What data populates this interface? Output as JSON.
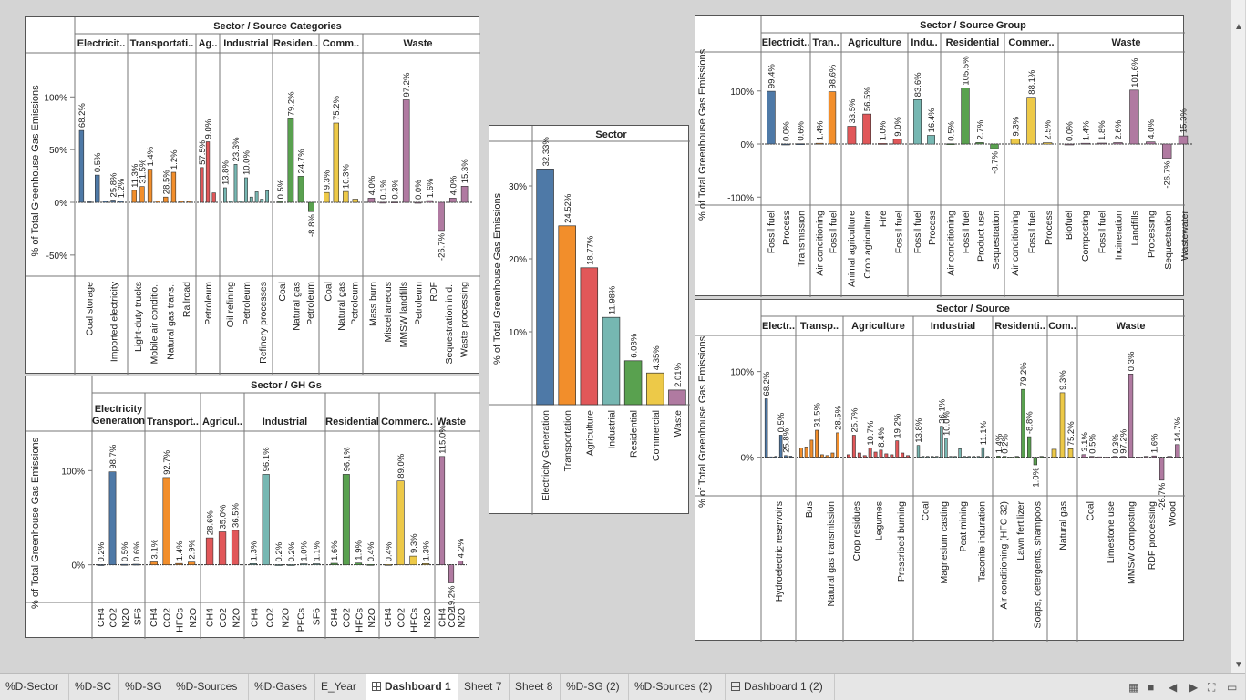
{
  "colors": {
    "Electricity Generation": "#4e79a7",
    "Transportation": "#f28e2b",
    "Agriculture": "#e15759",
    "Industrial": "#76b7b2",
    "Residential": "#59a14f",
    "Commercial": "#edc948",
    "Waste": "#b07aa1"
  },
  "tabs": [
    {
      "label": "%D-Sector"
    },
    {
      "label": "%D-SC"
    },
    {
      "label": "%D-SG"
    },
    {
      "label": "%D-Sources"
    },
    {
      "label": "%D-Gases"
    },
    {
      "label": "E_Year"
    },
    {
      "label": "Dashboard 1",
      "active": true,
      "icon": "dashboard-icon"
    },
    {
      "label": "Sheet 7"
    },
    {
      "label": "Sheet 8"
    },
    {
      "label": "%D-SG (2)",
      "icon": "dashboard-icon"
    },
    {
      "label": "%D-Sources (2)",
      "icon": "dashboard-icon"
    },
    {
      "label": "Dashboard 1 (2)",
      "icon": "dashboard-icon"
    }
  ],
  "chart_data": [
    {
      "id": "source-categories",
      "type": "bar",
      "title": "Sector  /  Source Categories",
      "ylabel": "% of Total Greenhouse Gas Emissions",
      "yticks": [
        "100%",
        "50%",
        "0%",
        "-50%"
      ],
      "ylim": [
        -70,
        140
      ],
      "groups": [
        {
          "name": "Electricit..",
          "sector": "Electricity Generation",
          "values": [
            68.2,
            0.5,
            25.8,
            1.2,
            2.2,
            1.5
          ],
          "labels": [
            "68.2%",
            "0.5%",
            "25.8%",
            "1.2%"
          ],
          "ticks": [
            "Coal storage",
            "Imported electricity"
          ]
        },
        {
          "name": "Transportati..",
          "sector": "Transportation",
          "values": [
            11.3,
            15,
            31.5,
            1.4,
            5,
            28.5,
            1.2,
            1
          ],
          "labels": [
            "11.3%",
            "31.5%",
            "1.4%",
            "28.5%",
            "1.2%"
          ],
          "ticks": [
            "Light-duty trucks",
            "Mobile air conditio..",
            "Natural gas trans..",
            "Railroad"
          ]
        },
        {
          "name": "Ag..",
          "sector": "Agriculture",
          "values": [
            33,
            57.5,
            9.0
          ],
          "labels": [
            "57.5%",
            "9.0%"
          ],
          "ticks": [
            "Petroleum"
          ]
        },
        {
          "name": "Industrial",
          "sector": "Industrial",
          "values": [
            13.8,
            1,
            36,
            1,
            23.3,
            5,
            10.0,
            3,
            11
          ],
          "labels": [
            "13.8%",
            "23.3%",
            "10.0%"
          ],
          "ticks": [
            "Oil refining",
            "Petroleum",
            "Refinery processes"
          ]
        },
        {
          "name": "Residen..",
          "sector": "Residential",
          "values": [
            0.5,
            79.2,
            24.7,
            -8.8
          ],
          "labels": [
            "0.5%",
            "79.2%",
            "24.7%",
            "-8.8%"
          ],
          "ticks": [
            "Coal",
            "Natural gas",
            "Petroleum"
          ]
        },
        {
          "name": "Comm..",
          "sector": "Commercial",
          "values": [
            9.3,
            75.2,
            10.3,
            3
          ],
          "labels": [
            "9.3%",
            "75.2%",
            "10.3%"
          ],
          "ticks": [
            "Coal",
            "Natural gas",
            "Petroleum"
          ]
        },
        {
          "name": "Waste",
          "sector": "Waste",
          "values": [
            4.0,
            0.1,
            0.3,
            97.2,
            0,
            1.6,
            -26.7,
            4.0,
            15.3
          ],
          "labels": [
            "4.0%",
            "0.1%",
            "0.3%",
            "97.2%",
            "0.0%",
            "1.6%",
            "-26.7%",
            "4.0%",
            "15.3%"
          ],
          "ticks": [
            "Mass burn",
            "Miscellaneous",
            "MMSW landfills",
            "Petroleum",
            "RDF",
            "Sequestration in d..",
            "Waste processing"
          ]
        }
      ]
    },
    {
      "id": "ghgs",
      "type": "bar",
      "title": "Sector  /  GH Gs",
      "ylabel": "% of Total Greenhouse Gas Emissions",
      "yticks": [
        "100%",
        "0%"
      ],
      "ylim": [
        -40,
        140
      ],
      "groups": [
        {
          "name": "Electricity Generation",
          "sector": "Electricity Generation",
          "values": [
            0.2,
            98.7,
            0.5,
            0.6
          ],
          "labels": [
            "0.2%",
            "98.7%",
            "0.5%",
            "0.6%"
          ],
          "ticks": [
            "CH4",
            "CO2",
            "N2O",
            "SF6"
          ]
        },
        {
          "name": "Transport..",
          "sector": "Transportation",
          "values": [
            3.1,
            92.7,
            1.4,
            2.9
          ],
          "labels": [
            "3.1%",
            "92.7%",
            "1.4%",
            "2.9%"
          ],
          "ticks": [
            "CH4",
            "CO2",
            "HFCs",
            "N2O"
          ]
        },
        {
          "name": "Agricul..",
          "sector": "Agriculture",
          "values": [
            28.6,
            35.0,
            36.5
          ],
          "labels": [
            "28.6%",
            "35.0%",
            "36.5%"
          ],
          "ticks": [
            "CH4",
            "CO2",
            "N2O"
          ]
        },
        {
          "name": "Industrial",
          "sector": "Industrial",
          "values": [
            1.3,
            96.1,
            0.2,
            0.2,
            1.0,
            1.1
          ],
          "labels": [
            "1.3%",
            "96.1%",
            "0.2%",
            "0.2%",
            "1.0%",
            "1.1%"
          ],
          "ticks": [
            "CH4",
            "CO2",
            "N2O",
            "PFCs",
            "SF6"
          ]
        },
        {
          "name": "Residential",
          "sector": "Residential",
          "values": [
            1.6,
            96.1,
            1.9,
            0.4
          ],
          "labels": [
            "1.6%",
            "96.1%",
            "1.9%",
            "0.4%"
          ],
          "ticks": [
            "CH4",
            "CO2",
            "HFCs",
            "N2O"
          ]
        },
        {
          "name": "Commerc..",
          "sector": "Commercial",
          "values": [
            0.4,
            89.0,
            9.3,
            1.3
          ],
          "labels": [
            "0.4%",
            "89.0%",
            "9.3%",
            "1.3%"
          ],
          "ticks": [
            "CH4",
            "CO2",
            "HFCs",
            "N2O"
          ]
        },
        {
          "name": "Waste",
          "sector": "Waste",
          "values": [
            115.0,
            -19.2,
            4.2
          ],
          "labels": [
            "115.0%",
            "-19.2%",
            "4.2%"
          ],
          "ticks": [
            "CH4",
            "CO2",
            "N2O"
          ]
        }
      ]
    },
    {
      "id": "sector",
      "type": "bar",
      "title": "Sector",
      "ylabel": "% of Total Greenhouse Gas Emissions",
      "yticks": [
        "30%",
        "20%",
        "10%"
      ],
      "ylim": [
        0,
        36
      ],
      "categories": [
        "Electricity Generation",
        "Transportation",
        "Agriculture",
        "Industrial",
        "Residential",
        "Commercial",
        "Waste"
      ],
      "values": [
        32.33,
        24.52,
        18.77,
        11.98,
        6.03,
        4.35,
        2.01
      ],
      "labels": [
        "32.33%",
        "24.52%",
        "18.77%",
        "11.98%",
        "6.03%",
        "4.35%",
        "2.01%"
      ]
    },
    {
      "id": "source-group",
      "type": "bar",
      "title": "Sector  /  Source Group",
      "ylabel": "% of Total Greenhouse Gas Emissions",
      "yticks": [
        "100%",
        "0%",
        "-100%"
      ],
      "ylim": [
        -115,
        170
      ],
      "groups": [
        {
          "name": "Electricit..",
          "sector": "Electricity Generation",
          "values": [
            99.4,
            0.0,
            0.6
          ],
          "labels": [
            "99.4%",
            "0.0%",
            "0.6%"
          ],
          "ticks": [
            "Fossil fuel",
            "Process",
            "Transmission"
          ]
        },
        {
          "name": "Tran..",
          "sector": "Transportation",
          "values": [
            1.4,
            98.6
          ],
          "labels": [
            "1.4%",
            "98.6%"
          ],
          "ticks": [
            "Air conditioning",
            "Fossil fuel"
          ]
        },
        {
          "name": "Agriculture",
          "sector": "Agriculture",
          "values": [
            33.5,
            56.5,
            1.0,
            9.0
          ],
          "labels": [
            "33.5%",
            "56.5%",
            "1.0%",
            "9.0%"
          ],
          "ticks": [
            "Animal agriculture",
            "Crop agriculture",
            "Fire",
            "Fossil fuel"
          ]
        },
        {
          "name": "Indu..",
          "sector": "Industrial",
          "values": [
            83.6,
            16.4
          ],
          "labels": [
            "83.6%",
            "16.4%"
          ],
          "ticks": [
            "Fossil fuel",
            "Process"
          ]
        },
        {
          "name": "Residential",
          "sector": "Residential",
          "values": [
            0.5,
            105.5,
            2.7,
            -8.7
          ],
          "labels": [
            "0.5%",
            "105.5%",
            "2.7%",
            "-8.7%"
          ],
          "ticks": [
            "Air conditioning",
            "Fossil fuel",
            "Product use",
            "Sequestration"
          ]
        },
        {
          "name": "Commer..",
          "sector": "Commercial",
          "values": [
            9.3,
            88.1,
            2.5
          ],
          "labels": [
            "9.3%",
            "88.1%",
            "2.5%"
          ],
          "ticks": [
            "Air conditioning",
            "Fossil fuel",
            "Process"
          ]
        },
        {
          "name": "Waste",
          "sector": "Waste",
          "values": [
            0.0,
            1.4,
            1.8,
            2.6,
            101.6,
            4.0,
            -26.7,
            15.3
          ],
          "labels": [
            "0.0%",
            "1.4%",
            "1.8%",
            "2.6%",
            "101.6%",
            "4.0%",
            "-26.7%",
            "15.3%"
          ],
          "ticks": [
            "Biofuel",
            "Composting",
            "Fossil fuel",
            "Incineration",
            "Landfills",
            "Processing",
            "Sequestration",
            "Wastewater"
          ]
        }
      ]
    },
    {
      "id": "source",
      "type": "bar",
      "title": "Sector  /  Source",
      "ylabel": "% of Total Greenhouse Gas Emissions",
      "yticks": [
        "100%",
        "0%"
      ],
      "ylim": [
        -45,
        140
      ],
      "groups": [
        {
          "name": "Electr..",
          "sector": "Electricity Generation",
          "values": [
            68.2,
            0.5,
            1,
            25.8,
            2,
            1.2
          ],
          "labels": [
            "68.2%",
            "0.5%",
            "25.8%"
          ],
          "ticks": [
            "Hydroelectric reservoirs"
          ]
        },
        {
          "name": "Transp..",
          "sector": "Transportation",
          "values": [
            11,
            12,
            20,
            31.5,
            3,
            2,
            5,
            28.5
          ],
          "labels": [
            "31.5%",
            "28.5%"
          ],
          "ticks": [
            "Bus",
            "Natural gas transmission"
          ]
        },
        {
          "name": "Agriculture",
          "sector": "Agriculture",
          "values": [
            3,
            25.7,
            5,
            2,
            10.7,
            6,
            8.4,
            4,
            3,
            19.2,
            5,
            2
          ],
          "labels": [
            "25.7%",
            "10.7%",
            "8.4%",
            "19.2%"
          ],
          "ticks": [
            "Crop residues",
            "Legumes",
            "Prescribed burning"
          ]
        },
        {
          "name": "Industrial",
          "sector": "Industrial",
          "values": [
            13.8,
            1,
            1,
            1,
            1,
            36.1,
            22,
            1,
            1,
            10.0,
            1,
            1,
            1,
            1,
            11.1,
            1
          ],
          "labels": [
            "13.8%",
            "36.1%",
            "10.0%",
            "11.1%"
          ],
          "ticks": [
            "Coal",
            "Magnesium casting",
            "Peat mining",
            "Taconite induration"
          ]
        },
        {
          "name": "Residenti..",
          "sector": "Residential",
          "values": [
            1.4,
            1,
            0.2,
            1,
            79.2,
            24,
            -8.8,
            1.0
          ],
          "labels": [
            "1.4%",
            "0.2%",
            "79.2%",
            "-8.8%",
            "1.0%"
          ],
          "ticks": [
            "Air conditioning (HFC-32)",
            "Lawn fertilizer",
            "Soaps, detergents, shampoos"
          ]
        },
        {
          "name": "Com..",
          "sector": "Commercial",
          "values": [
            9.3,
            75.2,
            10
          ],
          "labels": [
            "9.3%",
            "75.2%"
          ],
          "ticks": [
            "Natural gas"
          ]
        },
        {
          "name": "Waste",
          "sector": "Waste",
          "values": [
            3.1,
            1,
            0.5,
            0.3,
            1,
            1,
            97.2,
            0.3,
            1,
            1.6,
            -26.7,
            1,
            14.7
          ],
          "labels": [
            "3.1%",
            "0.5%",
            "0.3%",
            "97.2%",
            "0.3%",
            "1.6%",
            "-26.7%",
            "14.7%"
          ],
          "ticks": [
            "Coal",
            "Limestone use",
            "MMSW composting",
            "RDF processing",
            "Wood"
          ]
        }
      ]
    }
  ]
}
